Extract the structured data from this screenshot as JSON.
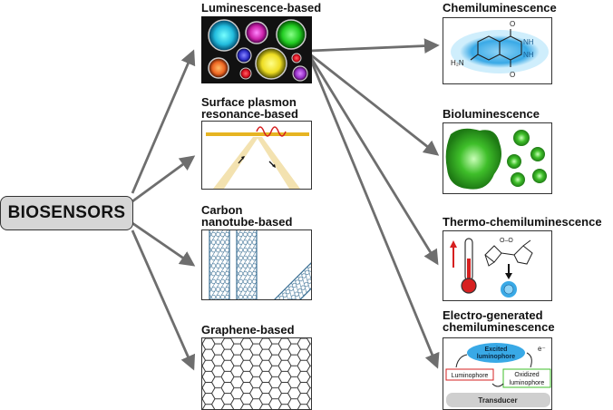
{
  "root": "BIOSENSORS",
  "left": [
    {
      "label_lines": [
        "Luminescence-based"
      ]
    },
    {
      "label_lines": [
        "Surface plasmon",
        "resonance-based"
      ]
    },
    {
      "label_lines": [
        "Carbon",
        "nanotube-based"
      ]
    },
    {
      "label_lines": [
        "Graphene-based"
      ]
    }
  ],
  "right": [
    {
      "label_lines": [
        "Chemiluminescence"
      ]
    },
    {
      "label_lines": [
        "Bioluminescence"
      ]
    },
    {
      "label_lines": [
        "Thermo-chemiluminescence"
      ]
    },
    {
      "label_lines": [
        "Electro-generated",
        "chemiluminescence"
      ]
    }
  ],
  "chemi": {
    "nh_top": "NH",
    "nh_bottom": "NH",
    "amine": "H₂N",
    "o_top": "O",
    "o_bottom": "O"
  },
  "thermo": {
    "peroxide": "O–O"
  },
  "ecl": {
    "excited": [
      "Excited",
      "luminophore"
    ],
    "luminophore": "Luminophore",
    "oxidized": [
      "Oxidized",
      "luminophore"
    ],
    "transducer": "Transducer",
    "electron": "e⁻"
  },
  "colors": {
    "arrow": "#6e6e6e",
    "gold": "#e6b422",
    "tube": "#3a6f94",
    "lumi_blue": "#39a9e6",
    "bio_green": "#3fbf2a"
  }
}
